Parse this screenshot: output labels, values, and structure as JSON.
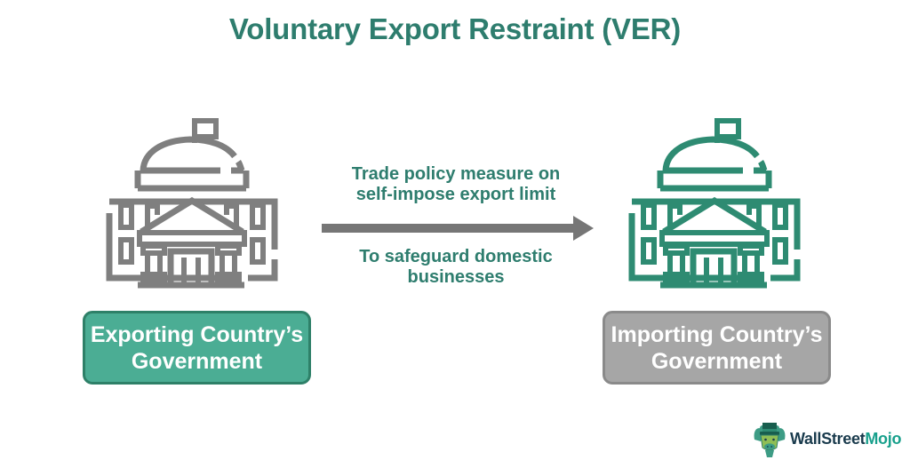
{
  "title": {
    "text": "Voluntary Export Restraint (VER)",
    "color": "#2E7D6E"
  },
  "flow_arrow": {
    "direction": "left-to-right",
    "color": "#767676",
    "label_above": "Trade policy measure on\nself-impose export limit",
    "label_below": "To safeguard domestic\nbusinesses",
    "label_color": "#2E7D6E"
  },
  "nodes": {
    "exporting": {
      "icon": "government-building-icon",
      "icon_color": "#7F7F7F",
      "label": "Exporting Country’s\nGovernment",
      "box_fill": "#4BAD94",
      "box_border": "#2E8068",
      "label_color": "#FFFFFF"
    },
    "importing": {
      "icon": "government-building-icon",
      "icon_color": "#2E8B72",
      "label": "Importing Country’s\nGovernment",
      "box_fill": "#A6A6A6",
      "box_border": "#8A8A8A",
      "label_color": "#FFFFFF"
    }
  },
  "logo": {
    "icon": "bull-mascot-icon",
    "text_dark": "WallStreet",
    "text_accent": "Mojo",
    "dark_color": "#1A3B4D",
    "accent_color": "#18A08C"
  }
}
